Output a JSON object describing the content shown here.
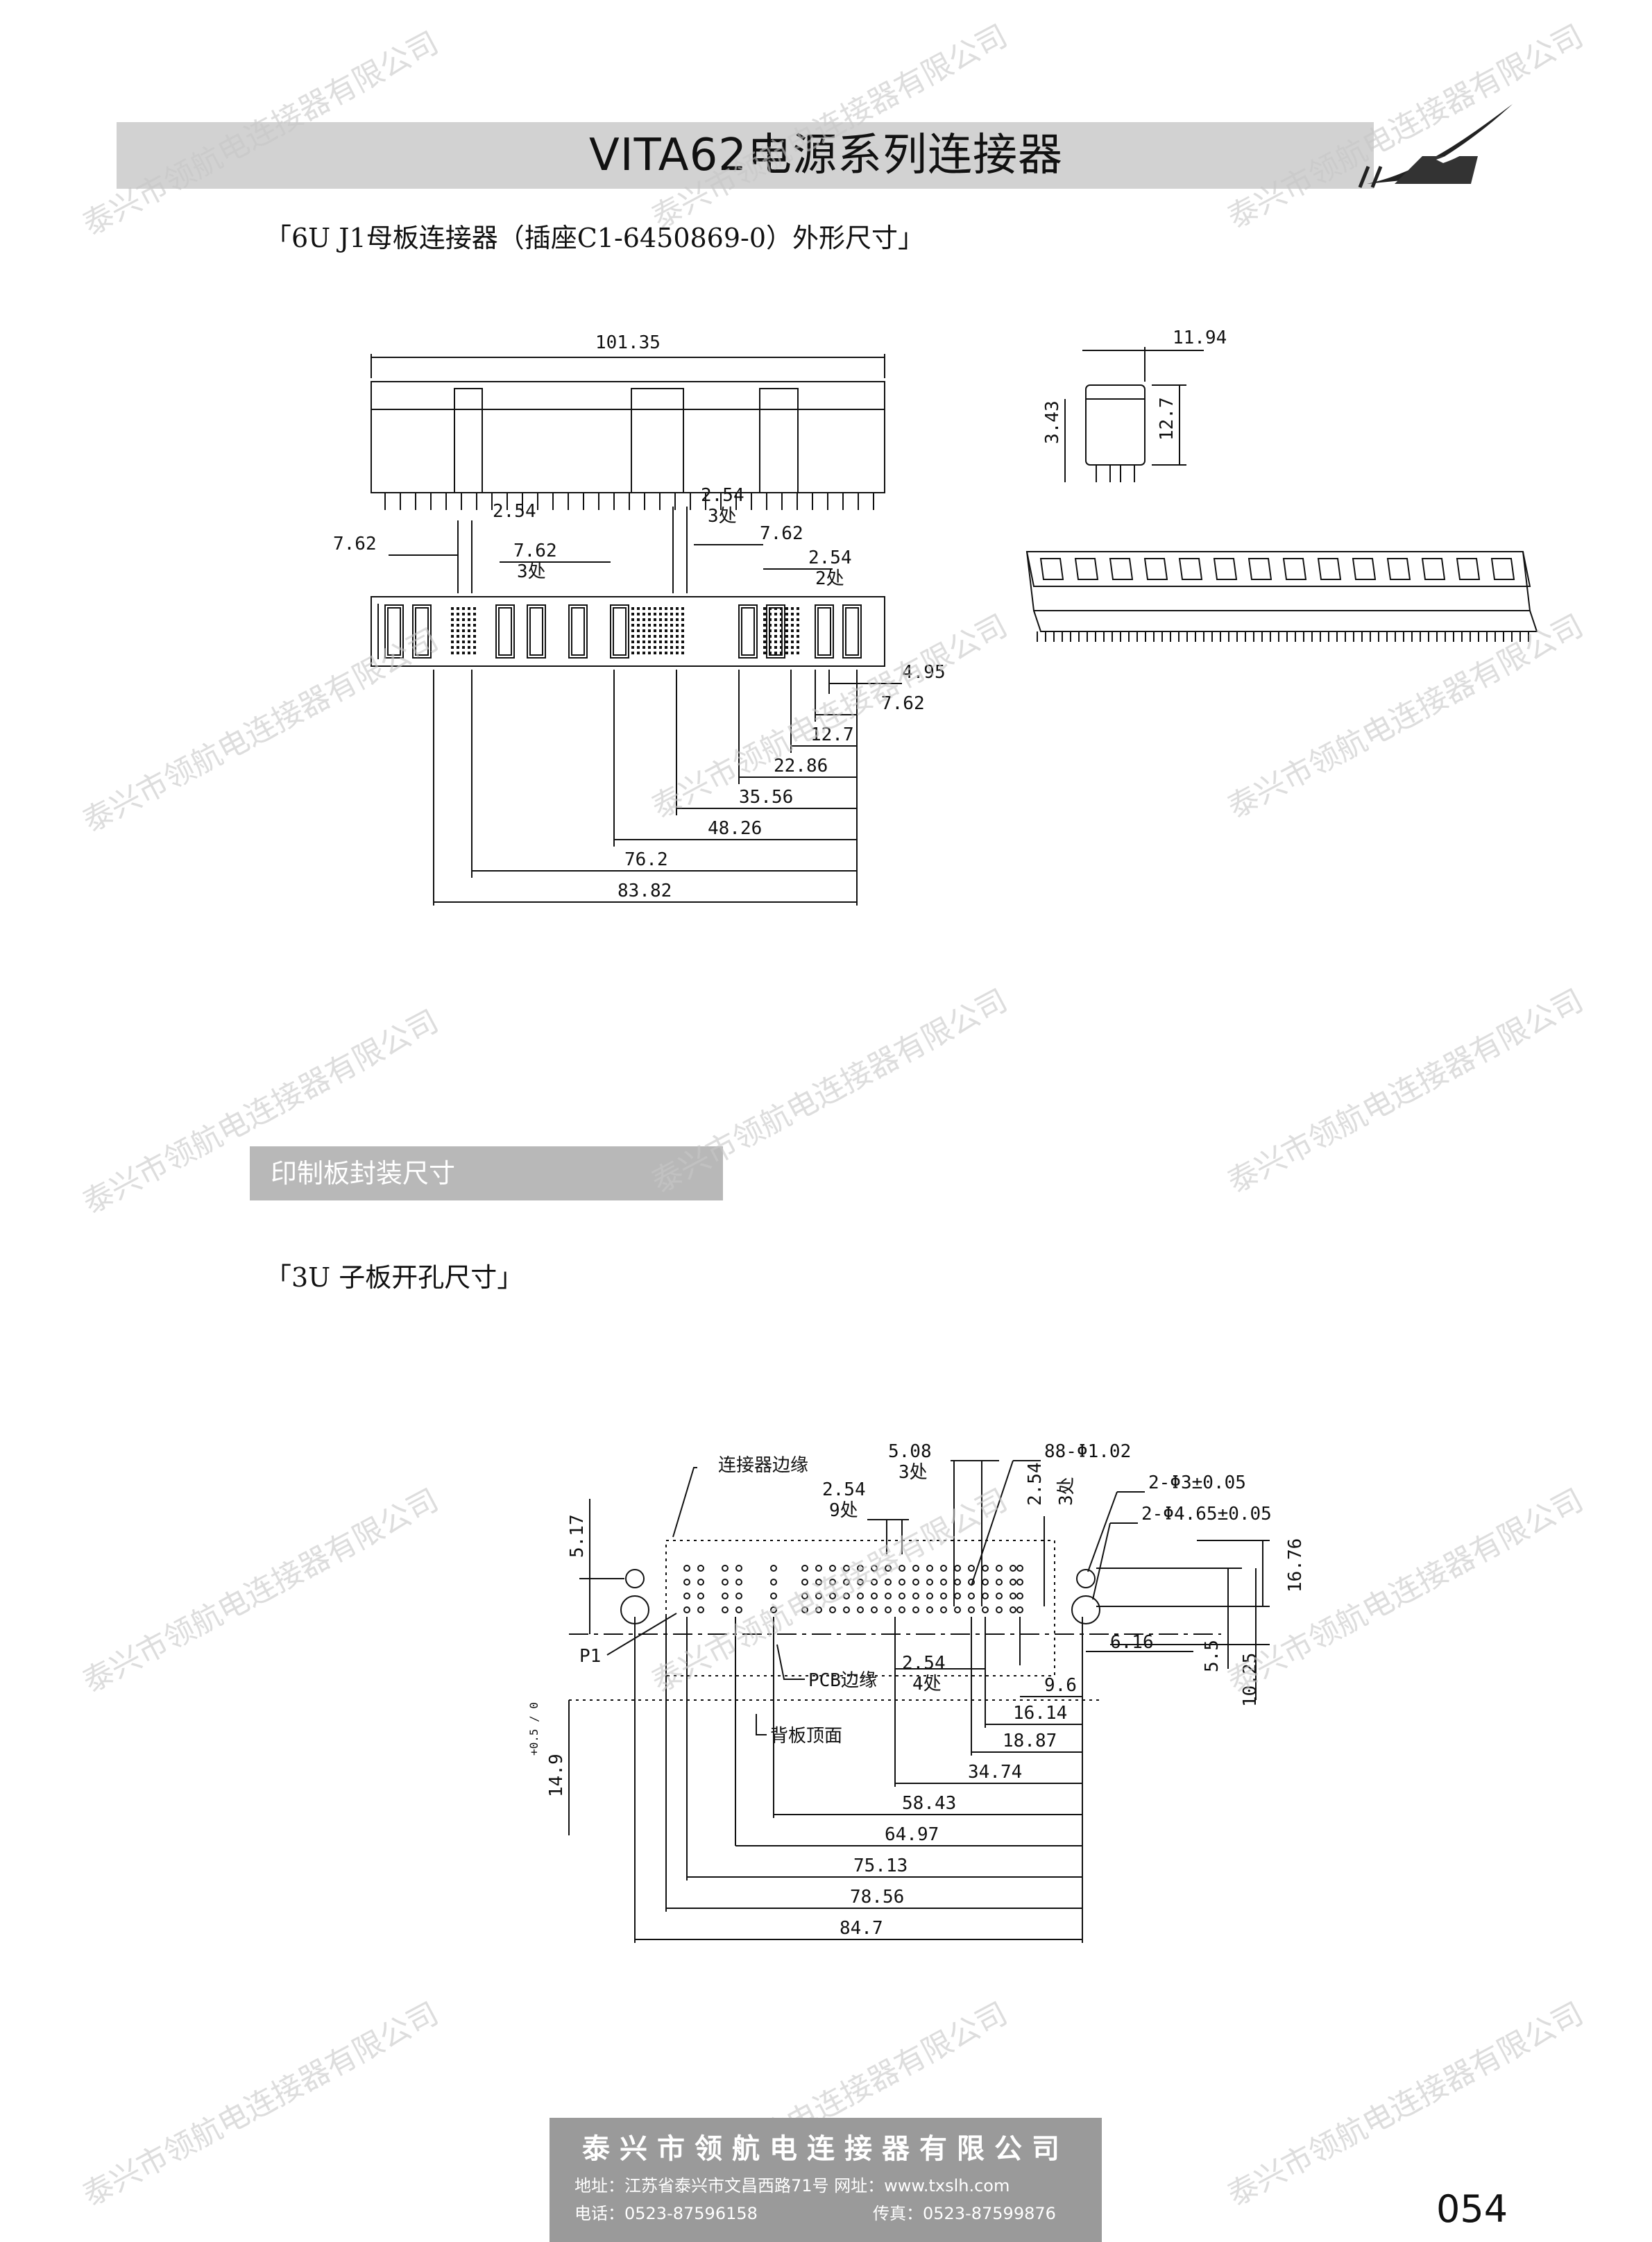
{
  "header": {
    "title": "VITA62电源系列连接器"
  },
  "caption1": "「6U J1母板连接器（插座C1-6450869-0）外形尺寸」",
  "section": {
    "title": "印制板封装尺寸"
  },
  "caption2": "「3U 子板开孔尺寸」",
  "drawing1": {
    "dims": {
      "overall_length": "101.35",
      "side_width": "11.94",
      "height_a": "3.43",
      "height_b": "12.7",
      "pitch_254": "2.54",
      "pitch_254_3": "2.54",
      "count_3": "3处",
      "pitch_762_left": "7.62",
      "pitch_762_mid": "7.62",
      "count_3b": "3处",
      "pitch_762_right": "7.62",
      "pitch_254_2": "2.54",
      "count_2": "2处",
      "d_495": "4.95",
      "d_762": "7.62",
      "d_127": "12.7",
      "d_2286": "22.86",
      "d_3556": "35.56",
      "d_4826": "48.26",
      "d_762b": "76.2",
      "d_8382": "83.82"
    }
  },
  "drawing2": {
    "labels": {
      "connector_edge": "连接器边缘",
      "pcb_edge": "PCB边缘",
      "backplane_top": "背板顶面",
      "p1": "P1"
    },
    "dims": {
      "d_508": "5.08",
      "count_3": "3处",
      "holes_88": "88-Φ1.02",
      "d_254a": "2.54",
      "count_9": "9处",
      "d_254b": "2.54",
      "count_3v": "3处",
      "hole_3": "2-Φ3±0.05",
      "hole_465": "2-Φ4.65±0.05",
      "d_517": "5.17",
      "d_1676": "16.76",
      "d_616": "6.16",
      "d_55": "5.5",
      "d_1025": "10.25",
      "d_254c": "2.54",
      "count_4": "4处",
      "d_96": "9.6",
      "d_1614": "16.14",
      "d_1887": "18.87",
      "d_149": "14.9",
      "tol_149": "+0.5 / 0",
      "d_3474": "34.74",
      "d_5843": "58.43",
      "d_6497": "64.97",
      "d_7513": "75.13",
      "d_7856": "78.56",
      "d_847": "84.7"
    }
  },
  "watermark": "泰兴市领航电连接器有限公司",
  "footer": {
    "company": "泰兴市领航电连接器有限公司",
    "address": "地址：江苏省泰兴市文昌西路71号  网址：www.txslh.com",
    "phone": "电话：0523-87596158",
    "fax": "传真：0523-87599876"
  },
  "page_number": "054"
}
